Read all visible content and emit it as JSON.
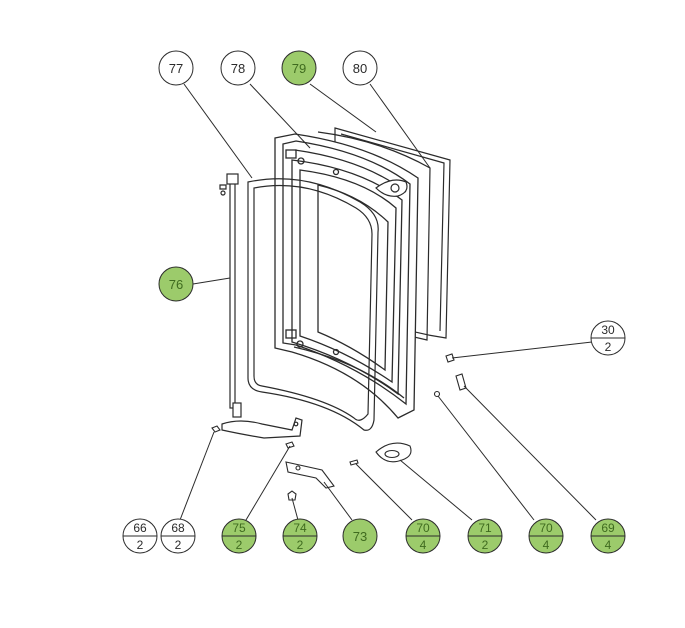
{
  "callouts": [
    {
      "id": "c77",
      "num": "77",
      "qty": "",
      "hl": false
    },
    {
      "id": "c78",
      "num": "78",
      "qty": "",
      "hl": false
    },
    {
      "id": "c79",
      "num": "79",
      "qty": "",
      "hl": true
    },
    {
      "id": "c80",
      "num": "80",
      "qty": "",
      "hl": false
    },
    {
      "id": "c76",
      "num": "76",
      "qty": "",
      "hl": true
    },
    {
      "id": "c30",
      "num": "30",
      "qty": "2",
      "hl": false
    },
    {
      "id": "c66",
      "num": "66",
      "qty": "2",
      "hl": false
    },
    {
      "id": "c68",
      "num": "68",
      "qty": "2",
      "hl": false
    },
    {
      "id": "c75",
      "num": "75",
      "qty": "2",
      "hl": true
    },
    {
      "id": "c74",
      "num": "74",
      "qty": "2",
      "hl": true
    },
    {
      "id": "c73",
      "num": "73",
      "qty": "",
      "hl": true
    },
    {
      "id": "c70a",
      "num": "70",
      "qty": "4",
      "hl": true
    },
    {
      "id": "c71",
      "num": "71",
      "qty": "2",
      "hl": true
    },
    {
      "id": "c70b",
      "num": "70",
      "qty": "4",
      "hl": true
    },
    {
      "id": "c69",
      "num": "69",
      "qty": "4",
      "hl": true
    }
  ],
  "colors": {
    "highlight_fill": "#9ccb6b",
    "highlight_text": "#3f6b1f",
    "plain_fill": "#ffffff",
    "line": "#2b2b2b"
  }
}
